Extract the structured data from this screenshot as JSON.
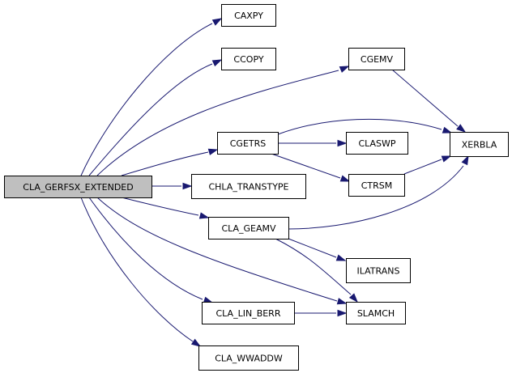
{
  "graph": {
    "colors": {
      "edge": "#191970",
      "node_fill": "#ffffff",
      "root_fill": "#bfbfbf",
      "border": "#000000"
    },
    "nodes": [
      {
        "id": "root",
        "label": "CLA_GERFSX_EXTENDED",
        "highlighted": true
      },
      {
        "id": "caxpy",
        "label": "CAXPY"
      },
      {
        "id": "ccopy",
        "label": "CCOPY"
      },
      {
        "id": "cgemv",
        "label": "CGEMV"
      },
      {
        "id": "cgetrs",
        "label": "CGETRS"
      },
      {
        "id": "claswp",
        "label": "CLASWP"
      },
      {
        "id": "xerbla",
        "label": "XERBLA"
      },
      {
        "id": "ctrsm",
        "label": "CTRSM"
      },
      {
        "id": "chla",
        "label": "CHLA_TRANSTYPE"
      },
      {
        "id": "geamv",
        "label": "CLA_GEAMV"
      },
      {
        "id": "ilatrans",
        "label": "ILATRANS"
      },
      {
        "id": "slamch",
        "label": "SLAMCH"
      },
      {
        "id": "linberr",
        "label": "CLA_LIN_BERR"
      },
      {
        "id": "wwaddw",
        "label": "CLA_WWADDW"
      }
    ],
    "edges": [
      {
        "from": "root",
        "to": "caxpy"
      },
      {
        "from": "root",
        "to": "ccopy"
      },
      {
        "from": "root",
        "to": "cgemv"
      },
      {
        "from": "root",
        "to": "cgetrs"
      },
      {
        "from": "root",
        "to": "chla"
      },
      {
        "from": "root",
        "to": "geamv"
      },
      {
        "from": "root",
        "to": "slamch"
      },
      {
        "from": "root",
        "to": "linberr"
      },
      {
        "from": "root",
        "to": "wwaddw"
      },
      {
        "from": "cgemv",
        "to": "xerbla"
      },
      {
        "from": "cgetrs",
        "to": "xerbla"
      },
      {
        "from": "cgetrs",
        "to": "claswp"
      },
      {
        "from": "cgetrs",
        "to": "ctrsm"
      },
      {
        "from": "ctrsm",
        "to": "xerbla"
      },
      {
        "from": "geamv",
        "to": "xerbla"
      },
      {
        "from": "geamv",
        "to": "ilatrans"
      },
      {
        "from": "geamv",
        "to": "slamch"
      },
      {
        "from": "linberr",
        "to": "slamch"
      }
    ]
  }
}
